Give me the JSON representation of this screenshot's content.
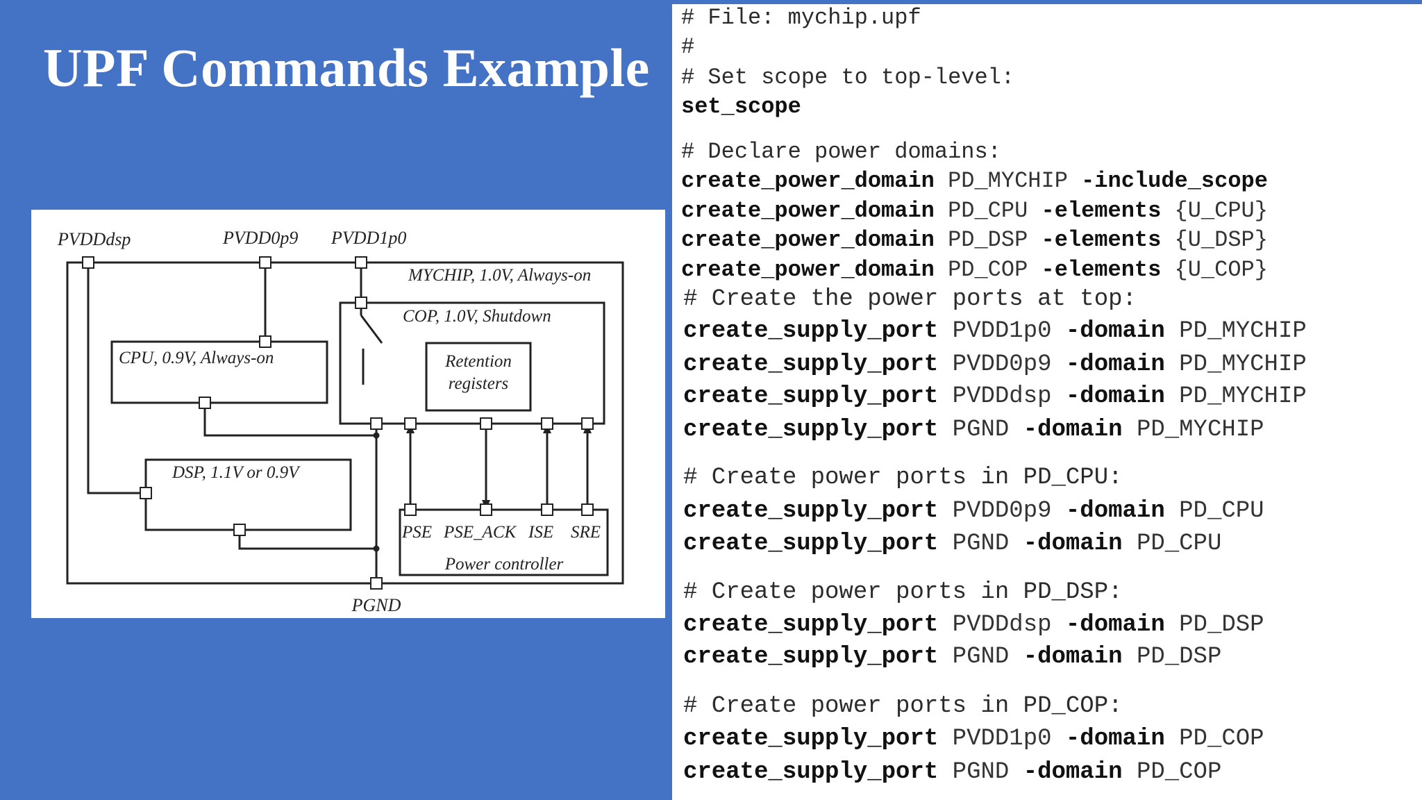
{
  "title": "UPF Commands Example",
  "diagram": {
    "labels": {
      "pvdd_dsp": "PVDDdsp",
      "pvdd_0p9": "PVDD0p9",
      "pvdd_1p0": "PVDD1p0",
      "mychip": "MYCHIP, 1.0V, Always-on",
      "cop": "COP, 1.0V, Shutdown",
      "cpu": "CPU, 0.9V, Always-on",
      "retention_1": "Retention",
      "retention_2": "registers",
      "dsp": "DSP, 1.1V or 0.9V",
      "pse": "PSE",
      "pse_ack": "PSE_ACK",
      "ise": "ISE",
      "sre": "SRE",
      "power_controller": "Power controller",
      "pgnd": "PGND"
    }
  },
  "code": {
    "lines": [
      {
        "type": "comment",
        "text": "# File: mychip.upf"
      },
      {
        "type": "comment",
        "text": "#"
      },
      {
        "type": "comment",
        "text": "# Set scope to top-level:"
      },
      {
        "type": "cmd",
        "cmd": "set_scope",
        "rest": []
      },
      {
        "type": "comment",
        "text": "# Declare power domains:"
      },
      {
        "type": "cmd",
        "cmd": "create_power_domain",
        "rest": [
          {
            "k": "arg",
            "t": "PD_MYCHIP"
          },
          {
            "k": "flag",
            "t": "-include_scope"
          }
        ]
      },
      {
        "type": "cmd",
        "cmd": "create_power_domain",
        "rest": [
          {
            "k": "arg",
            "t": "PD_CPU"
          },
          {
            "k": "flag",
            "t": "-elements"
          },
          {
            "k": "val",
            "t": "{U_CPU}"
          }
        ]
      },
      {
        "type": "cmd",
        "cmd": "create_power_domain",
        "rest": [
          {
            "k": "arg",
            "t": "PD_DSP"
          },
          {
            "k": "flag",
            "t": "-elements"
          },
          {
            "k": "val",
            "t": "{U_DSP}"
          }
        ]
      },
      {
        "type": "cmd",
        "cmd": "create_power_domain",
        "rest": [
          {
            "k": "arg",
            "t": "PD_COP"
          },
          {
            "k": "flag",
            "t": "-elements"
          },
          {
            "k": "val",
            "t": "{U_COP}"
          }
        ]
      },
      {
        "type": "comment",
        "text": "# Create the power ports at top:"
      },
      {
        "type": "cmd",
        "cmd": "create_supply_port",
        "rest": [
          {
            "k": "arg",
            "t": "PVDD1p0"
          },
          {
            "k": "flag",
            "t": "-domain"
          },
          {
            "k": "val",
            "t": "PD_MYCHIP"
          }
        ]
      },
      {
        "type": "cmd",
        "cmd": "create_supply_port",
        "rest": [
          {
            "k": "arg",
            "t": "PVDD0p9"
          },
          {
            "k": "flag",
            "t": "-domain"
          },
          {
            "k": "val",
            "t": "PD_MYCHIP"
          }
        ]
      },
      {
        "type": "cmd",
        "cmd": "create_supply_port",
        "rest": [
          {
            "k": "arg",
            "t": "PVDDdsp"
          },
          {
            "k": "flag",
            "t": "-domain"
          },
          {
            "k": "val",
            "t": "PD_MYCHIP"
          }
        ]
      },
      {
        "type": "cmd",
        "cmd": "create_supply_port",
        "rest": [
          {
            "k": "arg",
            "t": "PGND"
          },
          {
            "k": "flag",
            "t": "-domain"
          },
          {
            "k": "val",
            "t": "PD_MYCHIP"
          }
        ]
      },
      {
        "type": "comment",
        "text": "# Create power ports in PD_CPU:"
      },
      {
        "type": "cmd",
        "cmd": "create_supply_port",
        "rest": [
          {
            "k": "arg",
            "t": "PVDD0p9"
          },
          {
            "k": "flag",
            "t": "-domain"
          },
          {
            "k": "val",
            "t": "PD_CPU"
          }
        ]
      },
      {
        "type": "cmd",
        "cmd": "create_supply_port",
        "rest": [
          {
            "k": "arg",
            "t": "PGND"
          },
          {
            "k": "flag",
            "t": "-domain"
          },
          {
            "k": "val",
            "t": "PD_CPU"
          }
        ]
      },
      {
        "type": "comment",
        "text": "# Create power ports in PD_DSP:"
      },
      {
        "type": "cmd",
        "cmd": "create_supply_port",
        "rest": [
          {
            "k": "arg",
            "t": "PVDDdsp"
          },
          {
            "k": "flag",
            "t": "-domain"
          },
          {
            "k": "val",
            "t": "PD_DSP"
          }
        ]
      },
      {
        "type": "cmd",
        "cmd": "create_supply_port",
        "rest": [
          {
            "k": "arg",
            "t": "PGND"
          },
          {
            "k": "flag",
            "t": "-domain"
          },
          {
            "k": "val",
            "t": "PD_DSP"
          }
        ]
      },
      {
        "type": "comment",
        "text": "# Create power ports in PD_COP:"
      },
      {
        "type": "cmd",
        "cmd": "create_supply_port",
        "rest": [
          {
            "k": "arg",
            "t": "PVDD1p0"
          },
          {
            "k": "flag",
            "t": "-domain"
          },
          {
            "k": "val",
            "t": "PD_COP"
          }
        ]
      },
      {
        "type": "cmd",
        "cmd": "create_supply_port",
        "rest": [
          {
            "k": "arg",
            "t": "PGND"
          },
          {
            "k": "flag",
            "t": "-domain"
          },
          {
            "k": "val",
            "t": "PD_COP"
          }
        ]
      }
    ]
  }
}
